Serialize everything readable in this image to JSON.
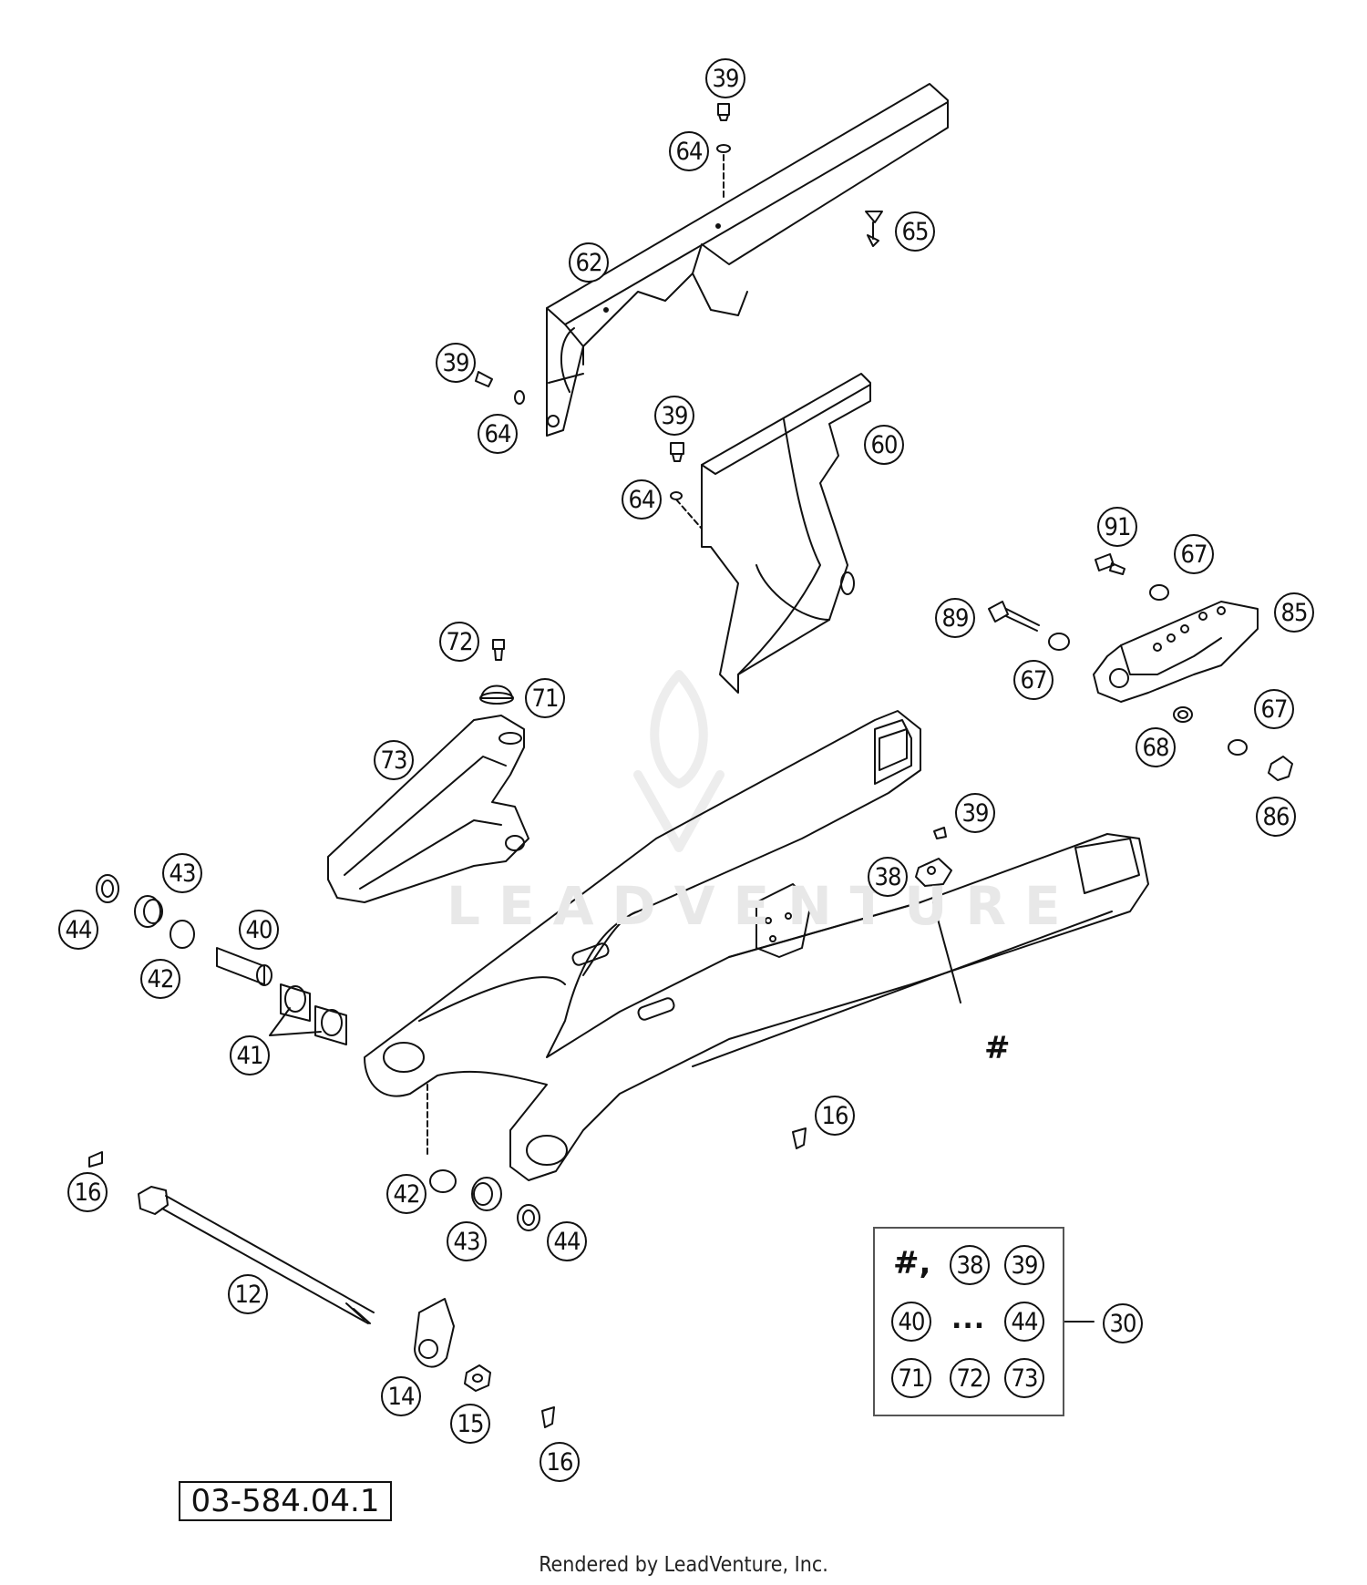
{
  "callouts": [
    {
      "id": "c-39-a",
      "label": "39"
    },
    {
      "id": "c-64-a",
      "label": "64"
    },
    {
      "id": "c-65",
      "label": "65"
    },
    {
      "id": "c-62",
      "label": "62"
    },
    {
      "id": "c-39-b",
      "label": "39"
    },
    {
      "id": "c-64-b",
      "label": "64"
    },
    {
      "id": "c-39-c",
      "label": "39"
    },
    {
      "id": "c-60",
      "label": "60"
    },
    {
      "id": "c-64-c",
      "label": "64"
    },
    {
      "id": "c-91",
      "label": "91"
    },
    {
      "id": "c-67-a",
      "label": "67"
    },
    {
      "id": "c-89",
      "label": "89"
    },
    {
      "id": "c-85",
      "label": "85"
    },
    {
      "id": "c-67-b",
      "label": "67"
    },
    {
      "id": "c-72",
      "label": "72"
    },
    {
      "id": "c-71",
      "label": "71"
    },
    {
      "id": "c-67-c",
      "label": "67"
    },
    {
      "id": "c-68",
      "label": "68"
    },
    {
      "id": "c-73",
      "label": "73"
    },
    {
      "id": "c-86",
      "label": "86"
    },
    {
      "id": "c-39-d",
      "label": "39"
    },
    {
      "id": "c-43-a",
      "label": "43"
    },
    {
      "id": "c-38",
      "label": "38"
    },
    {
      "id": "c-44-a",
      "label": "44"
    },
    {
      "id": "c-40",
      "label": "40"
    },
    {
      "id": "c-42-a",
      "label": "42"
    },
    {
      "id": "c-41",
      "label": "41"
    },
    {
      "id": "c-16-a",
      "label": "16"
    },
    {
      "id": "c-16-b",
      "label": "16"
    },
    {
      "id": "c-42-b",
      "label": "42"
    },
    {
      "id": "c-43-b",
      "label": "43"
    },
    {
      "id": "c-44-b",
      "label": "44"
    },
    {
      "id": "c-12",
      "label": "12"
    },
    {
      "id": "c-14",
      "label": "14"
    },
    {
      "id": "c-15",
      "label": "15"
    },
    {
      "id": "c-16-c",
      "label": "16"
    },
    {
      "id": "c-30",
      "label": "30"
    }
  ],
  "kit": {
    "hash": "#,",
    "dots": "...",
    "items": [
      {
        "id": "k-38",
        "label": "38"
      },
      {
        "id": "k-39",
        "label": "39"
      },
      {
        "id": "k-40",
        "label": "40"
      },
      {
        "id": "k-44",
        "label": "44"
      },
      {
        "id": "k-71",
        "label": "71"
      },
      {
        "id": "k-72",
        "label": "72"
      },
      {
        "id": "k-73",
        "label": "73"
      }
    ]
  },
  "hash_mark": "#",
  "part_number": "03-584.04.1",
  "watermark": "LEADVENTURE",
  "footer": "Rendered by LeadVenture, Inc."
}
